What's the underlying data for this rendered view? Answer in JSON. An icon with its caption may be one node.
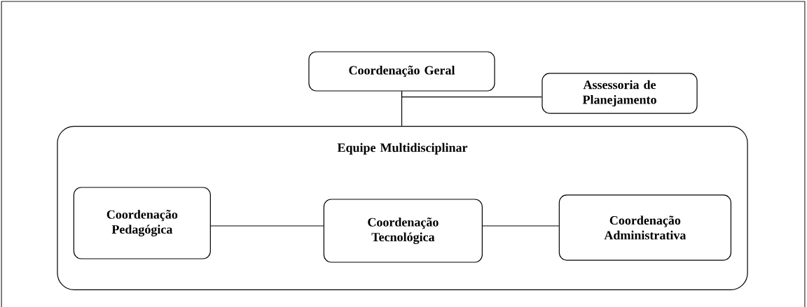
{
  "diagram": {
    "nodes": [
      {
        "text": [
          "Coordenação Geral"
        ]
      },
      {
        "text": [
          "Assessoria de Planejamento"
        ]
      },
      {
        "text": [
          "Equipe Multidisciplinar"
        ]
      },
      {
        "text": [
          "Coordenação Pedagógica"
        ],
        "in": 2
      },
      {
        "text": [
          "Coordenação Tecnológica"
        ],
        "in": 2
      },
      {
        "text": [
          "Coordenação Administrativa"
        ],
        "in": 2
      }
    ],
    "edges": [
      {
        "from": 0,
        "to": 2,
        "arrow": "none"
      },
      {
        "from": 0,
        "to": 1,
        "arrow": "none"
      },
      {
        "from": 3,
        "to": 4,
        "arrow": "none"
      },
      {
        "from": 4,
        "to": 5,
        "arrow": "none"
      }
    ]
  }
}
